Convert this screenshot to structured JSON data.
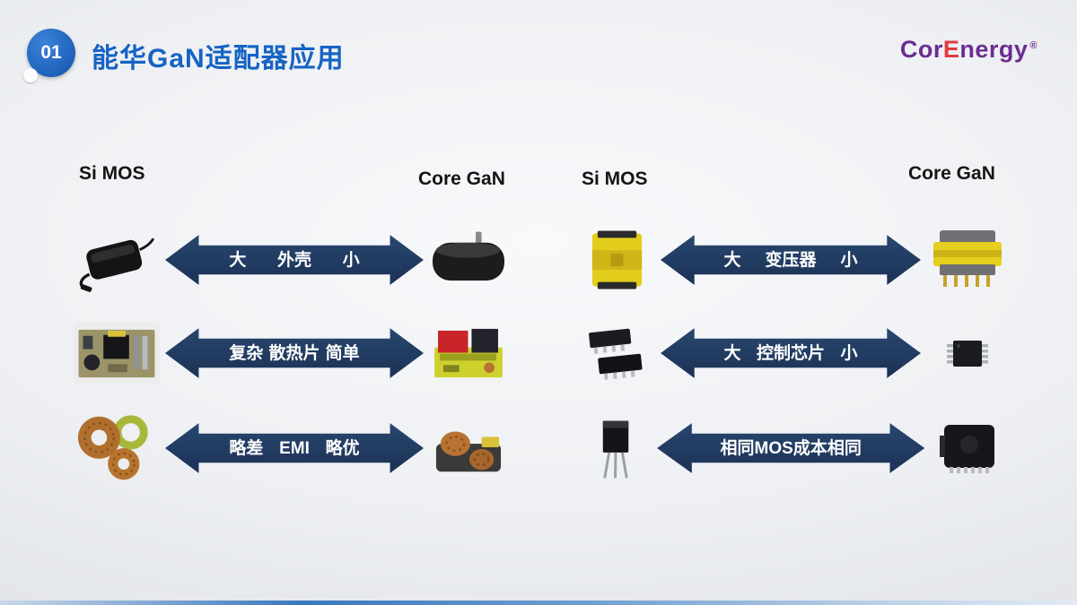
{
  "slide": {
    "badge_number": "01",
    "title": "能华GaN适配器应用",
    "logo": {
      "cor": "Cor",
      "e": "E",
      "nergy": "nergy",
      "reg": "®"
    }
  },
  "comparison_groups": [
    {
      "left_header": "Si MOS",
      "right_header": "Core GaN",
      "rows": [
        {
          "left_label": "大",
          "center_label": "外壳",
          "right_label": "小",
          "left_image": "si-power-adapter-photo",
          "right_image": "gan-adapter-case-photo"
        },
        {
          "left_label": "复杂",
          "center_label": "散热片",
          "right_label": "简单",
          "left_image": "si-psu-board-heatsink-photo",
          "right_image": "gan-psu-board-photo"
        },
        {
          "left_label": "略差",
          "center_label": "EMI",
          "right_label": "略优",
          "left_image": "si-toroid-inductors-photo",
          "right_image": "gan-emi-filter-photo"
        }
      ]
    },
    {
      "left_header": "Si MOS",
      "right_header": "Core GaN",
      "rows": [
        {
          "left_label": "大",
          "center_label": "变压器",
          "right_label": "小",
          "left_image": "si-transformer-photo",
          "right_image": "gan-transformer-photo"
        },
        {
          "left_label": "大",
          "center_label": "控制芯片",
          "right_label": "小",
          "left_image": "si-dip-control-ics-photo",
          "right_image": "gan-smd-control-ic-photo"
        },
        {
          "left_label": "相同",
          "center_label": "MOS成本",
          "right_label": "相同",
          "left_image": "si-to220-mosfet-photo",
          "right_image": "gan-smd-power-package-photo"
        }
      ]
    }
  ],
  "colors": {
    "title_blue": "#1563c4",
    "arrow_navy": "#1f3a62",
    "logo_purple": "#6b2c91",
    "logo_red": "#e03a3e",
    "background": "#e9ebee"
  }
}
